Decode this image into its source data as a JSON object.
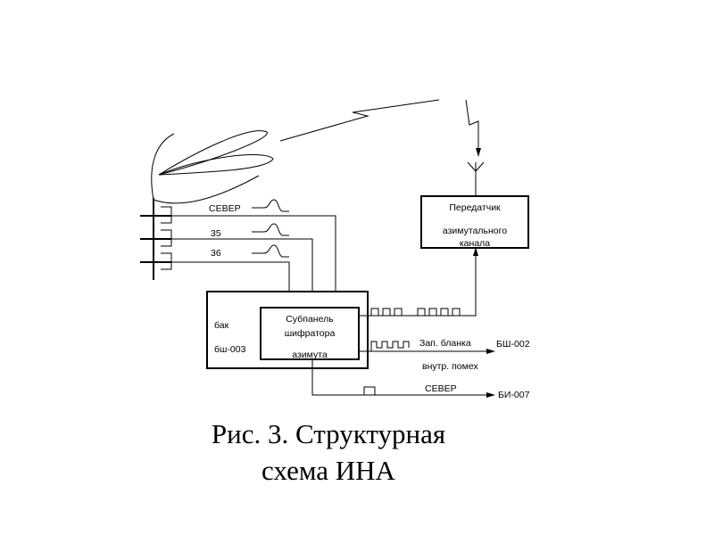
{
  "labels": {
    "north_pulse": "СЕВЕР",
    "ch35": "35",
    "ch36": "36",
    "transmitter_line1": "Передатчик",
    "transmitter_line2": "азимутального",
    "transmitter_line3": "канала",
    "tank_line1": "бак",
    "tank_line2": "бш-003",
    "subpanel_line1": "Субпанель",
    "subpanel_line2": "шифратора",
    "subpanel_line3": "азимута",
    "blank_gate": "Зап. бланка",
    "internal_interference": "внутр. помех",
    "output_bsh002": "БШ-002",
    "north_out": "СЕВЕР",
    "output_bi007": "БИ-007"
  },
  "caption": {
    "line1": "Рис. 3. Структурная",
    "line2": "схема ИНА"
  }
}
